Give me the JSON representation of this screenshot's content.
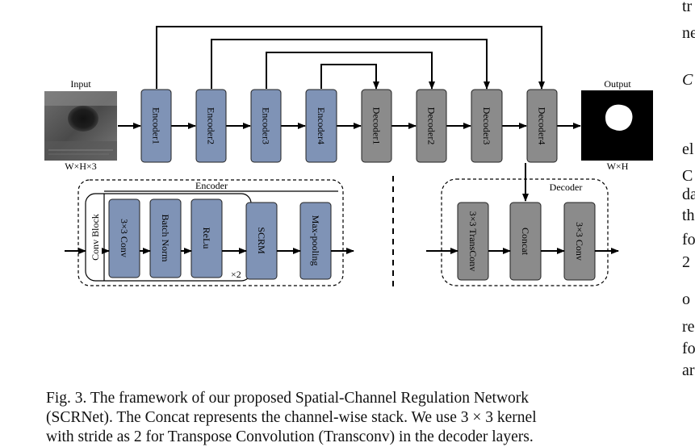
{
  "labels": {
    "input": "Input",
    "output": "Output",
    "input_dims": "W×H×3",
    "output_dims": "W×H",
    "encoder_section": "Encoder",
    "decoder_section": "Decoder",
    "conv_block": "Conv Block",
    "repeat": "×2"
  },
  "encoders": [
    "Encoder1",
    "Encoder2",
    "Encoder3",
    "Encoder4"
  ],
  "decoders": [
    "Decoder1",
    "Decoder2",
    "Decoder3",
    "Decoder4"
  ],
  "encoder_detail": {
    "conv_block_layers": [
      "3×3 Conv",
      "Batch Norm",
      "ReLu"
    ],
    "scrm": "SCRM",
    "pool": "Max-pooling"
  },
  "decoder_detail": [
    "3×3 TransConv",
    "Concat",
    "3×3 Conv"
  ],
  "caption": {
    "line1": "Fig. 3.  The framework of our proposed Spatial-Channel Regulation Network",
    "line2": "(SCRNet). The Concat represents the channel-wise stack. We use 3 × 3 kernel",
    "line3": "with stride as 2 for Transpose Convolution (Transconv) in the decoder layers."
  },
  "side_fragments": [
    "tr",
    "ne",
    "C",
    "el",
    "C",
    "da",
    "th",
    "fo",
    "2",
    "o",
    "re",
    "fo",
    "ar"
  ],
  "colors": {
    "encoder_fill": "#7f93b6",
    "decoder_fill": "#8b8b8b"
  }
}
